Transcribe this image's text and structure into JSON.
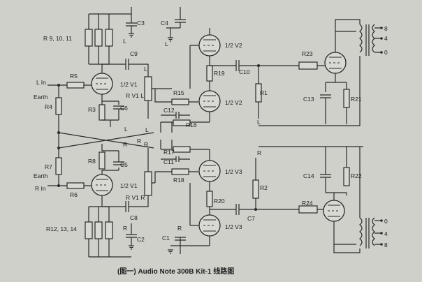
{
  "caption": "(图一) Audio Note 300B Kit-1 线路图",
  "inputs": {
    "l_in": "L In",
    "earth_top": "Earth",
    "earth_bottom": "Earth",
    "r_in": "R In"
  },
  "top_channel": {
    "c3": "C3",
    "c4": "C4",
    "c9": "C9",
    "c10": "C10",
    "c12": "C12",
    "c13": "C13",
    "r_group": "R 9, 10, 11",
    "r5": "R5",
    "r4": "R4",
    "r3": "R3",
    "c6": "C6",
    "rv1l": "R V1 L",
    "r15": "R15",
    "r16": "R16",
    "r19": "R19",
    "r1": "R1",
    "r21": "R21",
    "r23": "R23",
    "v1": "1/2 V1",
    "v2a": "1/2 V2",
    "v2b": "1/2 V2",
    "ch_l_c3": "L",
    "ch_l_c4": "L",
    "ch_l_rv1": "L",
    "ch_l_mid": "L",
    "ch_l_r1": "L",
    "ch_l_r16": "L",
    "out_8": "8",
    "out_4": "4",
    "out_0": "0"
  },
  "bottom_channel": {
    "c1": "C1",
    "c2": "C2",
    "c5": "C5",
    "c7": "C7",
    "c8": "C8",
    "c11": "C11",
    "c14": "C14",
    "r_group": "R12, 13, 14",
    "r6": "R6",
    "r7": "R7",
    "r8": "R8",
    "rv1r": "R V1 R",
    "r17": "R17",
    "r18": "R18",
    "r20": "R20",
    "r2": "R2",
    "r22": "R22",
    "r24": "R24",
    "v1": "1/2 V1",
    "v3a": "1/2 V3",
    "v3b": "1/2 V3",
    "ch_r_c2": "R",
    "ch_r_c1": "R",
    "ch_r_r2": "R",
    "ch_r_mid": "R",
    "ch_r_mid2": "R",
    "ch_r_r17": "R",
    "out_0": "0",
    "out_4": "4",
    "out_8": "8"
  }
}
